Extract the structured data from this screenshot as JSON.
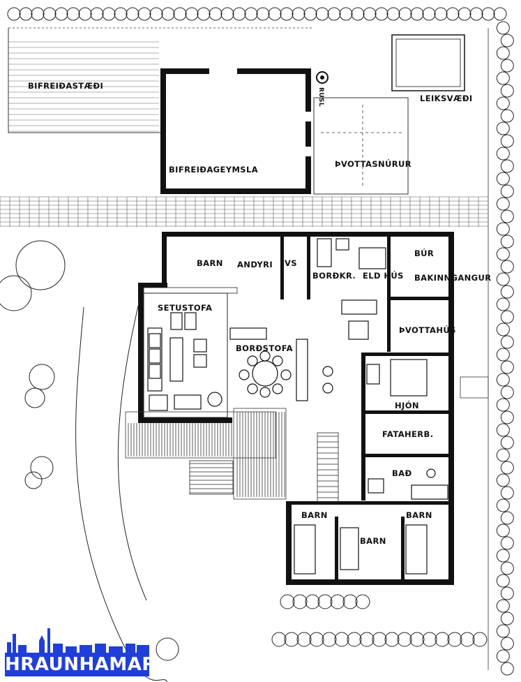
{
  "rooms": {
    "bifreidastaedi": "BIFREIÐASTÆÐI",
    "bifreidageymsla": "BIFREIÐAGEYMSLA",
    "leiksvaedi": "LEIKSVÆÐI",
    "thvottasnurur": "ÞVOTTASNÚRUR",
    "barn_top": "BARN",
    "andyri": "ANDYRI",
    "vs": "VS",
    "bordkr": "BORÐKR.",
    "eldhus": "ELD HÚS",
    "bur": "BÚR",
    "bakinngangur": "BAKINNGANGUR",
    "setustofa": "SETUSTOFA",
    "bordstofa": "BORÐSTOFA",
    "thvottahus": "ÞVOTTAHÚS",
    "hjon": "HJÓN",
    "fataherb": "FATAHERB.",
    "bad": "BAÐ",
    "barn_left": "BARN",
    "barn_mid": "BARN",
    "barn_right": "BARN"
  },
  "labels": {
    "ruslatunna": "RUSL"
  },
  "logo": {
    "text": "HRAUNHAMAR"
  },
  "colors": {
    "wall": "#111111",
    "line": "#222222",
    "logo_blue": "#1f3fd8"
  }
}
